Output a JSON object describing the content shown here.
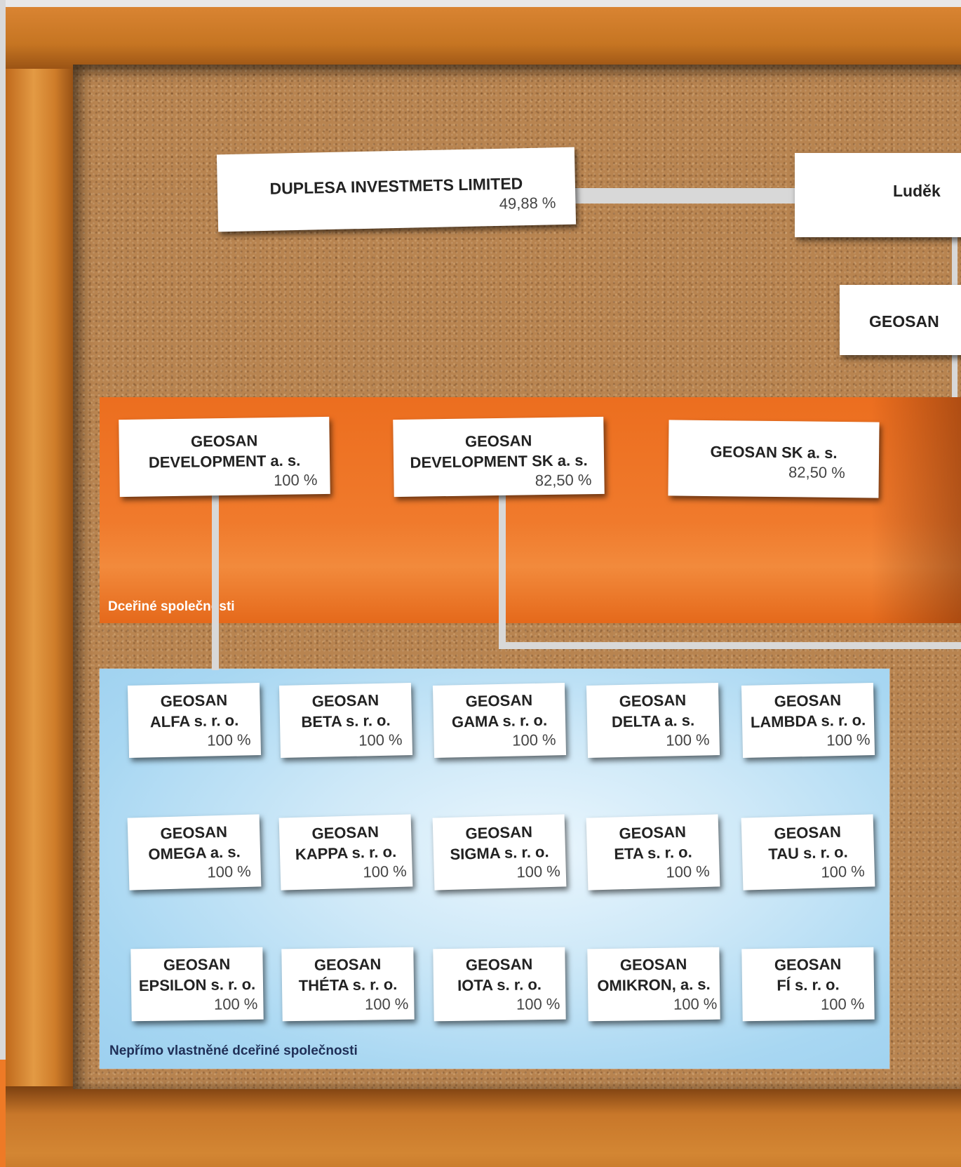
{
  "top": {
    "owner_name": "DUPLESA INVESTMETS LIMITED",
    "owner_pct": "49,88 %",
    "person_name": "Luděk",
    "parent_name": "GEOSAN"
  },
  "subsidiaries": {
    "label": "Dceřiné společnosti",
    "items": [
      {
        "line1": "GEOSAN",
        "line2": "DEVELOPMENT a. s.",
        "pct": "100 %"
      },
      {
        "line1": "GEOSAN",
        "line2": "DEVELOPMENT SK a. s.",
        "pct": "82,50 %"
      },
      {
        "line1": "GEOSAN SK a. s.",
        "pct": "82,50 %"
      }
    ]
  },
  "indirect": {
    "label": "Nepřímo vlastněné dceřiné společnosti",
    "items": [
      {
        "line1": "GEOSAN",
        "line2": "ALFA s. r. o.",
        "pct": "100 %"
      },
      {
        "line1": "GEOSAN",
        "line2": "BETA s. r. o.",
        "pct": "100 %"
      },
      {
        "line1": "GEOSAN",
        "line2": "GAMA s. r. o.",
        "pct": "100 %"
      },
      {
        "line1": "GEOSAN",
        "line2": "DELTA a. s.",
        "pct": "100 %"
      },
      {
        "line1": "GEOSAN",
        "line2": "LAMBDA s. r. o.",
        "pct": "100 %"
      },
      {
        "line1": "GEOSAN",
        "line2": "OMEGA a. s.",
        "pct": "100 %"
      },
      {
        "line1": "GEOSAN",
        "line2": "KAPPA s. r. o.",
        "pct": "100 %"
      },
      {
        "line1": "GEOSAN",
        "line2": "SIGMA s. r. o.",
        "pct": "100 %"
      },
      {
        "line1": "GEOSAN",
        "line2": "ETA s. r. o.",
        "pct": "100 %"
      },
      {
        "line1": "GEOSAN",
        "line2": "TAU s. r. o.",
        "pct": "100 %"
      },
      {
        "line1": "GEOSAN",
        "line2": "EPSILON s. r. o.",
        "pct": "100 %"
      },
      {
        "line1": "GEOSAN",
        "line2": "THÉTA s. r. o.",
        "pct": "100 %"
      },
      {
        "line1": "GEOSAN",
        "line2": "IOTA s. r. o.",
        "pct": "100 %"
      },
      {
        "line1": "GEOSAN",
        "line2": "OMIKRON, a. s.",
        "pct": "100 %"
      },
      {
        "line1": "GEOSAN",
        "line2": "FÍ s. r. o.",
        "pct": "100 %"
      }
    ]
  }
}
